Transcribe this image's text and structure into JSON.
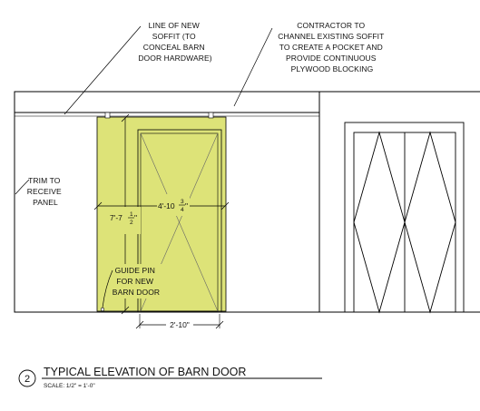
{
  "notes": {
    "soffit": [
      "LINE OF NEW",
      "SOFFIT (TO",
      "CONCEAL BARN",
      "DOOR HARDWARE)"
    ],
    "contractor": [
      "CONTRACTOR  TO",
      "CHANNEL EXISTING SOFFIT",
      "TO CREATE A POCKET AND",
      "PROVIDE CONTINUOUS",
      "PLYWOOD BLOCKING"
    ],
    "trim": [
      "TRIM TO",
      "RECEIVE",
      "PANEL"
    ],
    "guide_pin": [
      "GUIDE PIN",
      "FOR NEW",
      "BARN DOOR"
    ]
  },
  "dimensions": {
    "height": {
      "whole": "7'-7",
      "num": "1",
      "den": "2",
      "tail": "\""
    },
    "width": {
      "whole": "4'-10",
      "num": "3",
      "den": "4",
      "tail": "\""
    },
    "opening": "2'-10\""
  },
  "title_block": {
    "number": "2",
    "title": "TYPICAL ELEVATION OF BARN DOOR",
    "scale": "SCALE: 1/2\" = 1'-0\""
  },
  "colors": {
    "panel_fill": "#dde378",
    "line": "#000000"
  }
}
